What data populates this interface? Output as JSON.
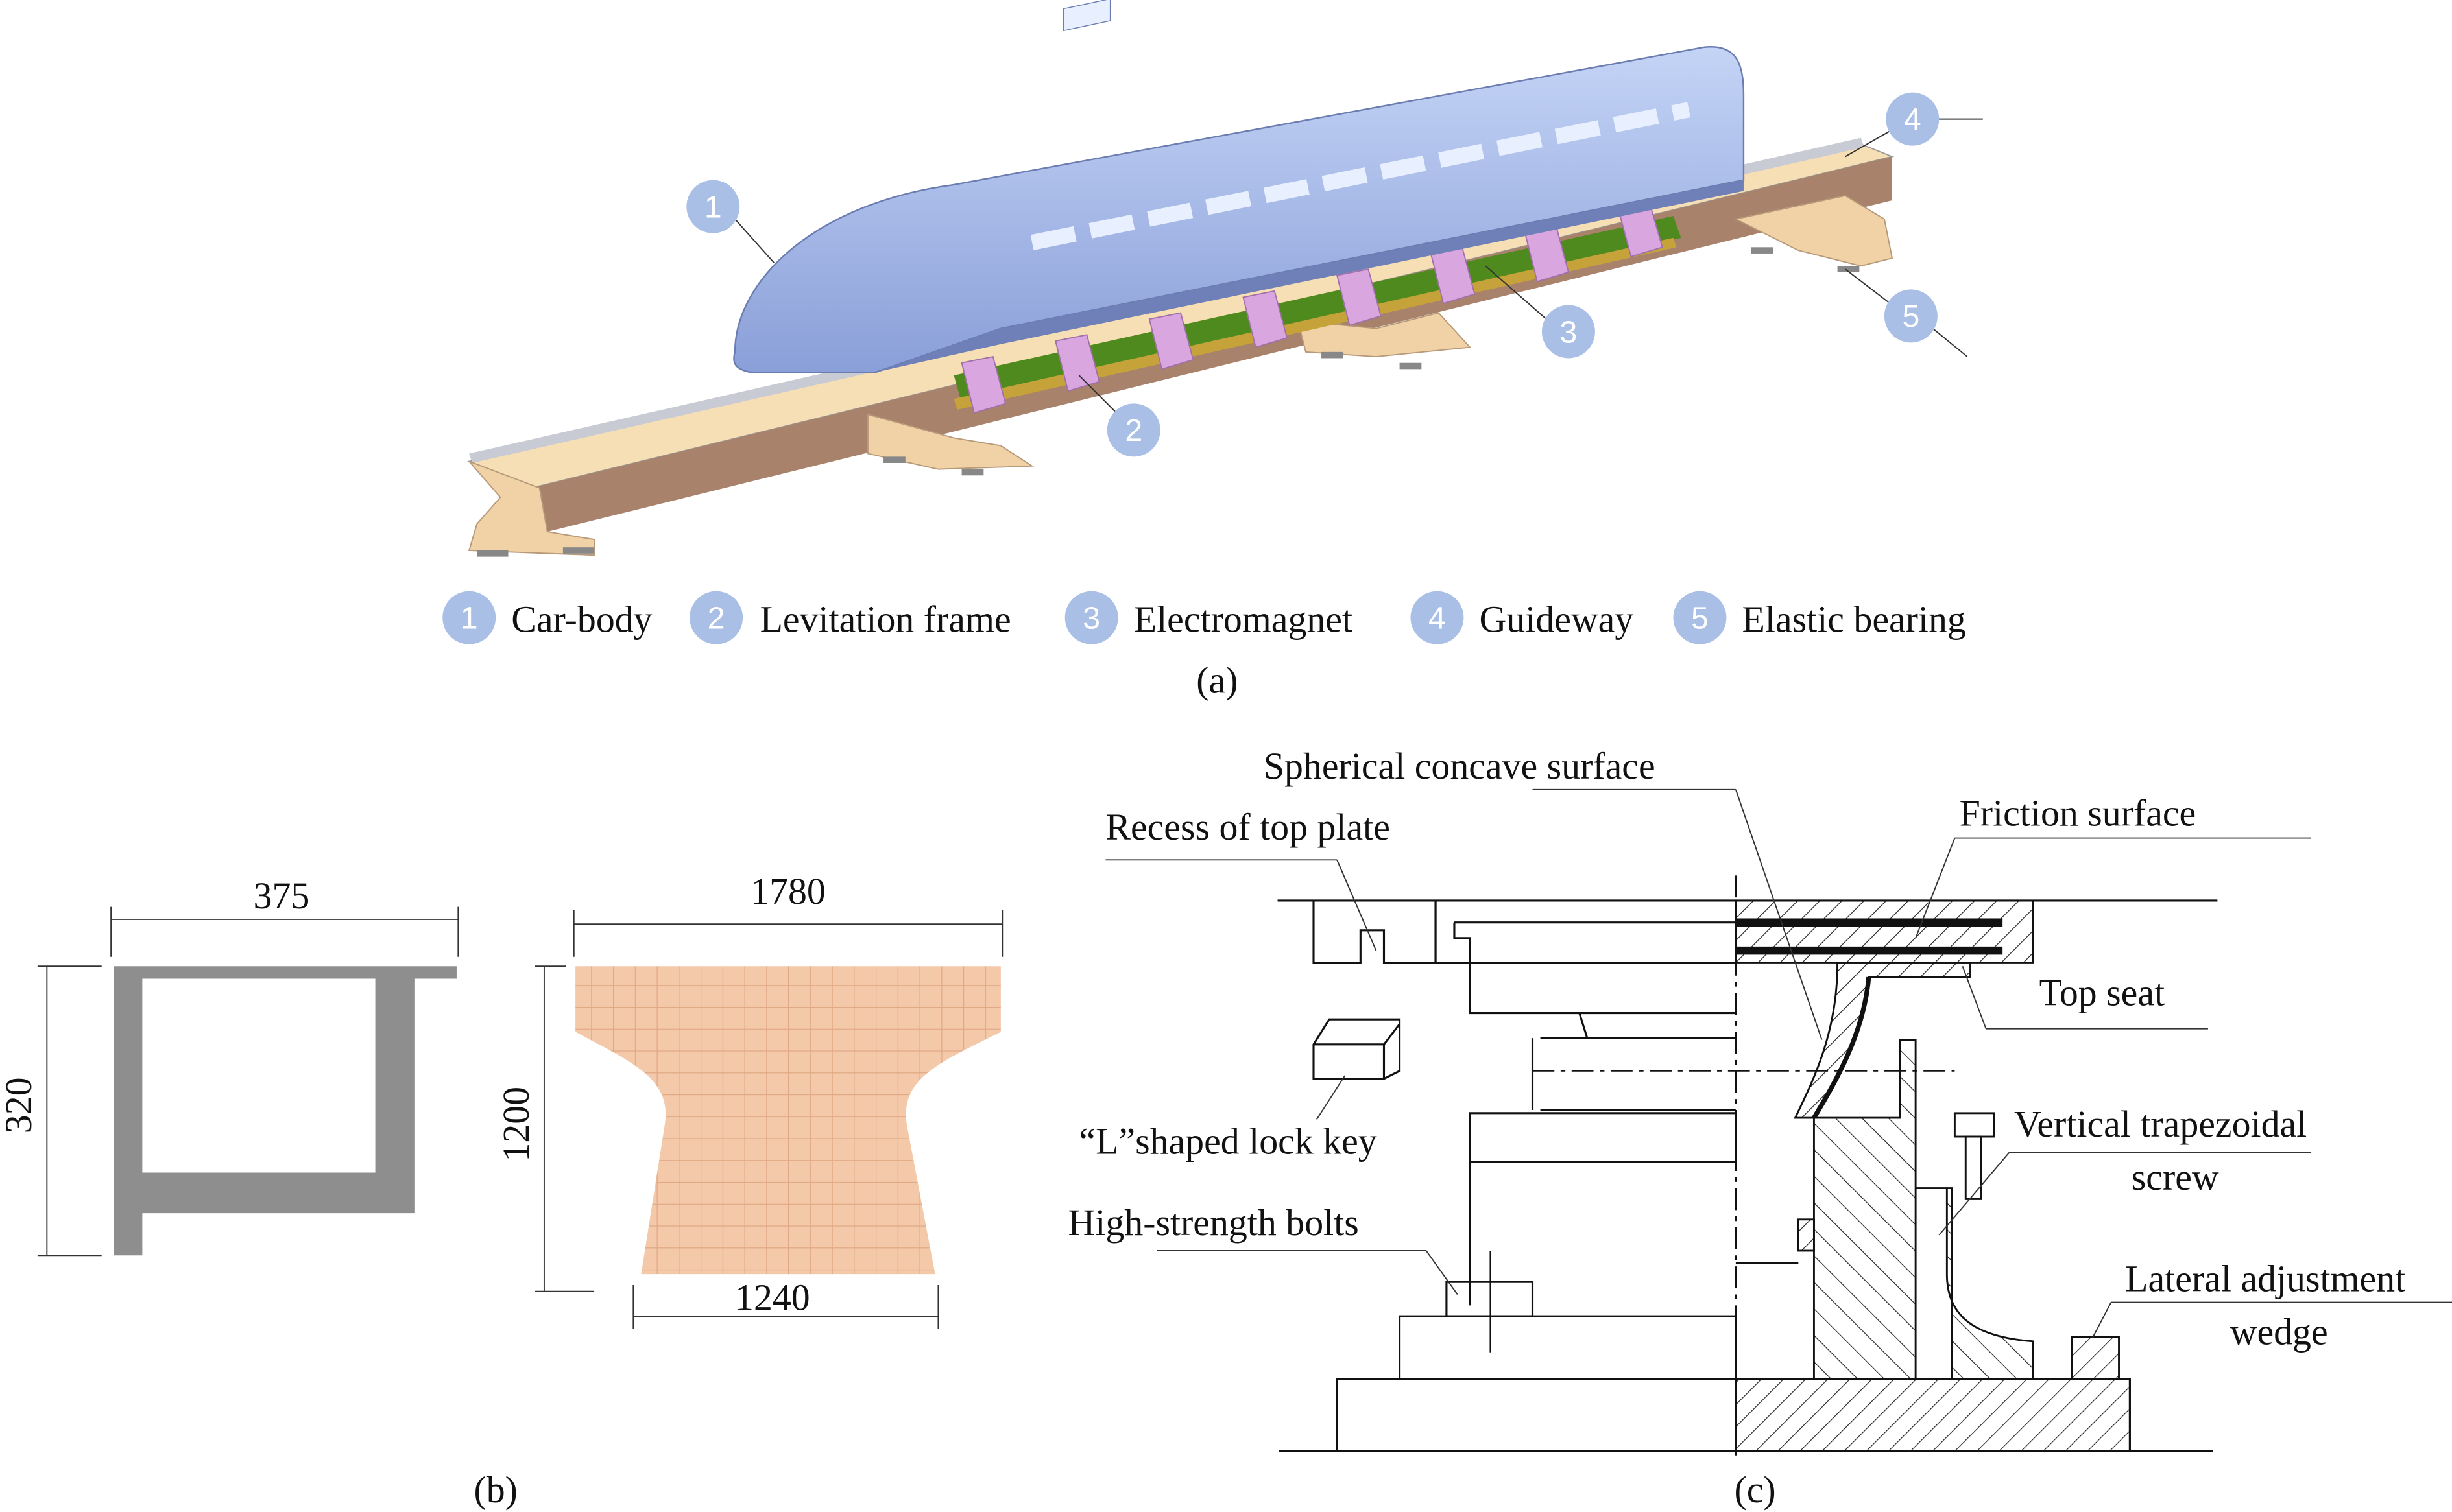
{
  "panel_a": {
    "caption": "(a)",
    "markers": [
      "1",
      "2",
      "3",
      "4",
      "5"
    ],
    "legend": [
      {
        "num": "1",
        "label": "Car-body"
      },
      {
        "num": "2",
        "label": "Levitation frame"
      },
      {
        "num": "3",
        "label": "Electromagnet"
      },
      {
        "num": "4",
        "label": "Guideway"
      },
      {
        "num": "5",
        "label": "Elastic bearing"
      }
    ],
    "colors": {
      "marker": "#a9bfe6",
      "car": "#9fb4e8",
      "guideway_top": "#f6deb5",
      "guideway_side": "#a9826c",
      "frame": "#d9a6e0",
      "magnet": "#4f8a1e"
    }
  },
  "panel_b": {
    "caption": "(b)",
    "steel_width": "375",
    "steel_height": "320",
    "concrete_top_width": "1780",
    "concrete_height": "1200",
    "concrete_bottom_width": "1240"
  },
  "panel_c": {
    "caption": "(c)",
    "labels": {
      "spherical": "Spherical concave surface",
      "recess": "Recess of top plate",
      "friction": "Friction surface",
      "top_seat": "Top seat",
      "lock_key": "“L”shaped lock key",
      "vertical_1": "Vertical trapezoidal",
      "vertical_2": "screw",
      "bolts": "High-strength bolts",
      "lateral_1": "Lateral adjustment",
      "lateral_2": "wedge"
    }
  }
}
